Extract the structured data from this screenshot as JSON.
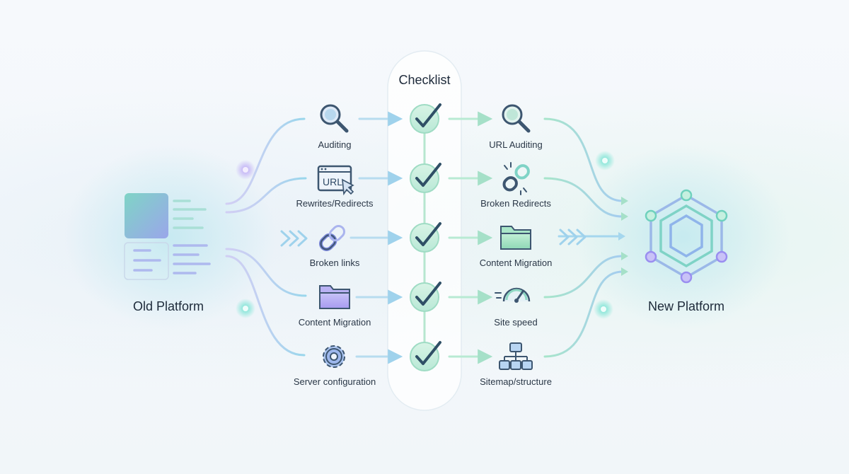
{
  "checklist_title": "Checklist",
  "old_platform": "Old Platform",
  "new_platform": "New Platform",
  "left_steps": [
    {
      "label": "Auditing",
      "icon": "magnifier-icon"
    },
    {
      "label": "Rewrites/Redirects",
      "icon": "url-window-icon"
    },
    {
      "label": "Broken links",
      "icon": "chain-link-icon"
    },
    {
      "label": "Content Migration",
      "icon": "folder-icon"
    },
    {
      "label": "Server configuration",
      "icon": "gear-icon"
    }
  ],
  "right_steps": [
    {
      "label": "URL Auditing",
      "icon": "magnifier-icon"
    },
    {
      "label": "Broken Redirects",
      "icon": "broken-link-icon"
    },
    {
      "label": "Content Migration",
      "icon": "folder-icon"
    },
    {
      "label": "Site speed",
      "icon": "speedometer-icon"
    },
    {
      "label": "Sitemap/structure",
      "icon": "sitemap-icon"
    }
  ],
  "url_icon_text": "URL",
  "colors": {
    "purple": "#9d8ff0",
    "teal": "#5fd3c4",
    "blue": "#7fc4e6",
    "green": "#8fe0b4",
    "ink": "#3a5068"
  }
}
